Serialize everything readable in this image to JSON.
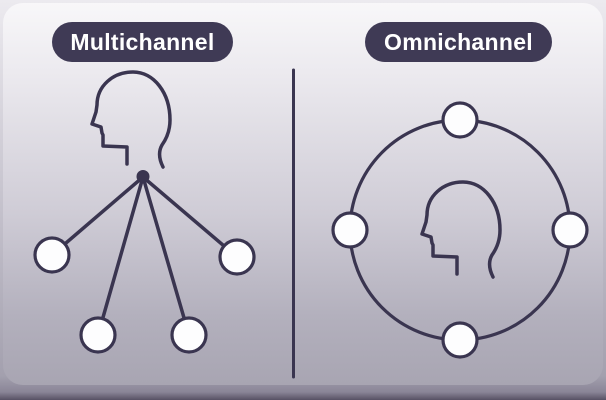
{
  "left_panel": {
    "label": "Multichannel"
  },
  "right_panel": {
    "label": "Omnichannel"
  },
  "icons": {
    "multichannel": "head-profile-with-hub-dot-radiating-to-four-nodes",
    "omnichannel": "head-profile-inside-orbit-circle-with-four-nodes"
  },
  "colors": {
    "ink": "#3a3550",
    "pill_background": "#3f3a55",
    "pill_text": "#ffffff",
    "node_fill": "#fdfdfe",
    "background_top": "#f6f5f7",
    "background_bottom": "#a8a5b2"
  }
}
